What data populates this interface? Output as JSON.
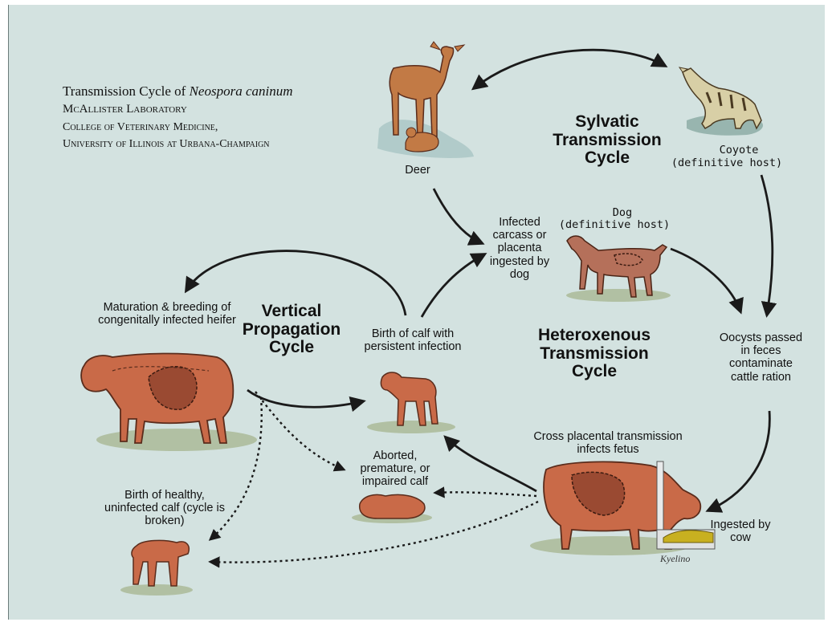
{
  "header": {
    "title_prefix": "Transmission Cycle of ",
    "title_species": "Neospora caninum",
    "lab": "McAllister Laboratory",
    "college": "College of Veterinary Medicine,",
    "university": "University of Illinois at Urbana-Champaign"
  },
  "cycles": {
    "sylvatic": "Sylvatic Transmission Cycle",
    "vertical": "Vertical Propagation Cycle",
    "heteroxenous": "Heteroxenous Transmission Cycle"
  },
  "labels": {
    "deer": "Deer",
    "coyote": "Coyote",
    "coyote_role": "(definitive host)",
    "dog": "Dog",
    "dog_role": "(definitive host)",
    "carcass": "Infected carcass or placenta ingested by dog",
    "oocysts": "Oocysts passed in feces contaminate cattle ration",
    "ingested": "Ingested by cow",
    "cross_placental": "Cross placental transmission infects fetus",
    "maturation": "Maturation & breeding of congenitally infected heifer",
    "birth_persistent": "Birth of calf with persistent infection",
    "aborted": "Aborted, premature, or impaired calf",
    "healthy": "Birth of healthy, uninfected calf (cycle is broken)"
  },
  "signature": "Kyelino",
  "colors": {
    "background": "#d3e2e0",
    "animal_body": "#c96a48",
    "animal_outline": "#5a2c1c",
    "deer_body": "#c27a45",
    "coyote_body": "#d8cfa6",
    "arrow": "#1a1a1a",
    "shadow": "#a9b893"
  },
  "icons": {
    "deer": "deer-illustration",
    "coyote": "coyote-illustration",
    "dog": "dog-illustration",
    "heifer": "pregnant-heifer-illustration",
    "cow": "pregnant-cow-illustration",
    "calf_infected": "standing-calf-illustration",
    "calf_aborted": "lying-calf-illustration",
    "calf_healthy": "healthy-calf-illustration",
    "feed": "feed-trough-illustration"
  }
}
